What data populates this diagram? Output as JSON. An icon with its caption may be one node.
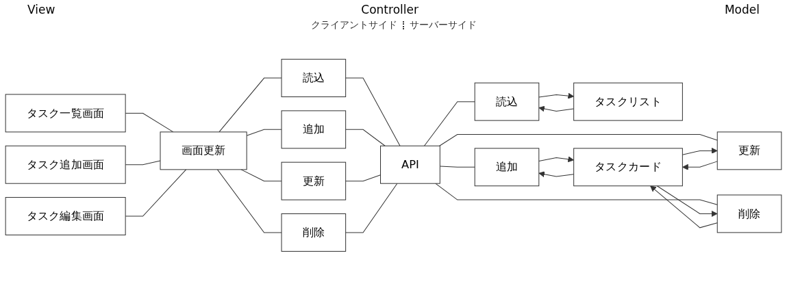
{
  "diagram": {
    "nodes": [
      {
        "text": [
          "タスク一覧画面"
        ]
      },
      {
        "text": [
          "タスク追加画面"
        ]
      },
      {
        "text": [
          "タスク編集画面"
        ]
      },
      {
        "text": [
          "画面更新"
        ]
      },
      {
        "text": [
          "読込"
        ]
      },
      {
        "text": [
          "追加"
        ]
      },
      {
        "text": [
          "更新"
        ]
      },
      {
        "text": [
          "削除"
        ]
      },
      {
        "text": [
          "API"
        ]
      },
      {
        "text": [
          "読込"
        ]
      },
      {
        "text": [
          "追加"
        ]
      },
      {
        "text": [
          "更新"
        ]
      },
      {
        "text": [
          "削除"
        ]
      },
      {
        "text": [
          "タスクリスト"
        ]
      },
      {
        "text": [
          "タスクカード"
        ]
      }
    ],
    "edges": [
      {
        "from": 0,
        "to": 3,
        "arrow": "none"
      },
      {
        "from": 1,
        "to": 3,
        "arrow": "none"
      },
      {
        "from": 2,
        "to": 3,
        "arrow": "none"
      },
      {
        "from": 3,
        "to": 4,
        "arrow": "none"
      },
      {
        "from": 3,
        "to": 5,
        "arrow": "none"
      },
      {
        "from": 3,
        "to": 6,
        "arrow": "none"
      },
      {
        "from": 3,
        "to": 7,
        "arrow": "none"
      },
      {
        "from": 4,
        "to": 8,
        "arrow": "none"
      },
      {
        "from": 5,
        "to": 8,
        "arrow": "none"
      },
      {
        "from": 6,
        "to": 8,
        "arrow": "none"
      },
      {
        "from": 7,
        "to": 8,
        "arrow": "none"
      },
      {
        "from": 8,
        "to": 9,
        "arrow": "none"
      },
      {
        "from": 8,
        "to": 10,
        "arrow": "none"
      },
      {
        "from": 8,
        "to": 11,
        "arrow": "none"
      },
      {
        "from": 8,
        "to": 12,
        "arrow": "none"
      },
      {
        "from": 9,
        "to": 13,
        "arrow": "to"
      },
      {
        "from": 13,
        "to": 9,
        "arrow": "to"
      },
      {
        "from": 10,
        "to": 14,
        "arrow": "to"
      },
      {
        "from": 14,
        "to": 10,
        "arrow": "to"
      },
      {
        "from": 11,
        "to": 14,
        "arrow": "to"
      },
      {
        "from": 14,
        "to": 11,
        "arrow": "to"
      },
      {
        "from": 12,
        "to": 14,
        "arrow": "to"
      },
      {
        "from": 14,
        "to": 12,
        "arrow": "to"
      }
    ],
    "labels": [
      "View",
      "Controller",
      "Model",
      "クライアントサイド",
      "サーバーサイド"
    ]
  }
}
